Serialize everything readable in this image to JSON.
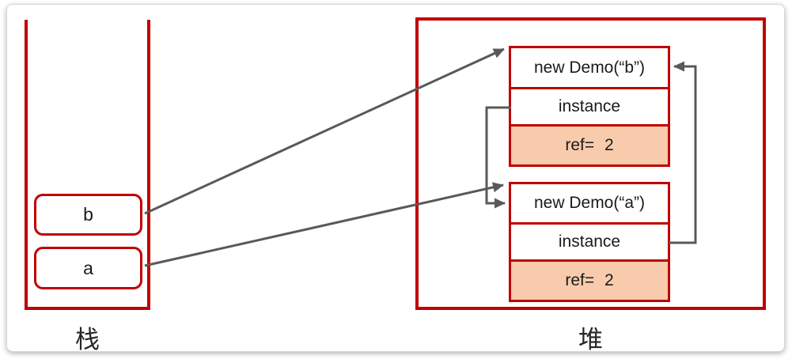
{
  "diagram": {
    "title": "stack-heap reference counting diagram",
    "stack": {
      "label": "栈",
      "vars": [
        {
          "name": "b"
        },
        {
          "name": "a"
        }
      ]
    },
    "heap": {
      "label": "堆",
      "objects": [
        {
          "title": "new Demo(“b”)",
          "field": "instance",
          "ref_label": "ref= 2"
        },
        {
          "title": "new Demo(“a”)",
          "field": "instance",
          "ref_label": "ref= 2"
        }
      ]
    },
    "colors": {
      "border_red": "#c00000",
      "ref_fill": "#f8cbad",
      "arrow_gray": "#595959",
      "card_border": "#d8d8d8"
    }
  }
}
